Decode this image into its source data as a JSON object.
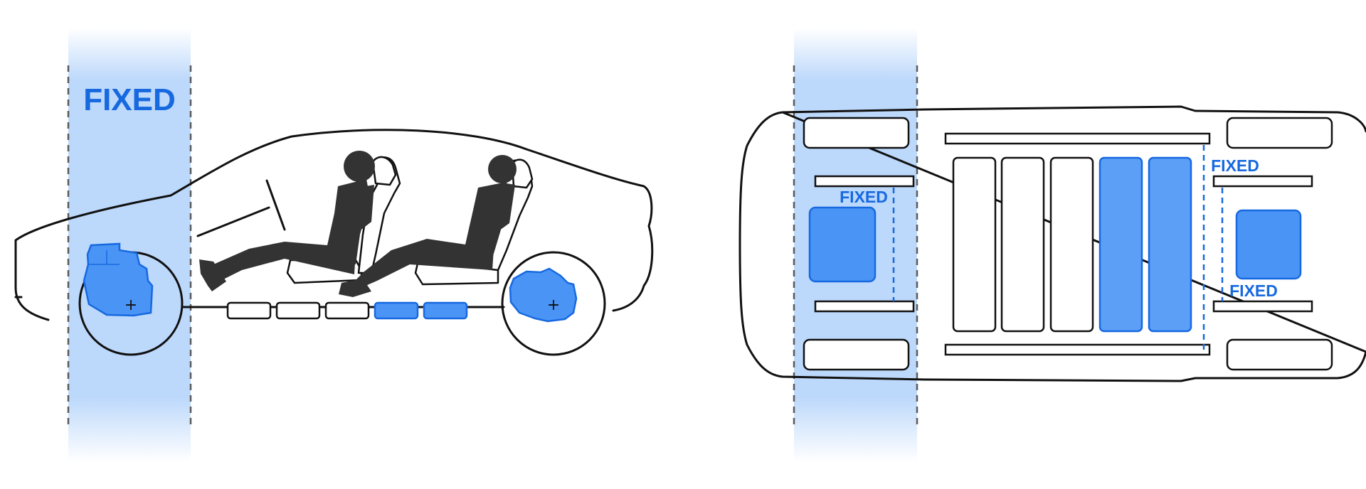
{
  "side_view": {
    "fixed_label": "FIXED"
  },
  "top_view": {
    "fixed_label_front": "FIXED",
    "fixed_label_rear_upper": "FIXED",
    "fixed_label_rear_lower": "FIXED"
  },
  "colors": {
    "fixed_zone": "#bcd8fb",
    "component_fill": "#4a94f5",
    "component_fill_light": "#5b9ff7",
    "accent_text": "#1769e0",
    "line": "#111111",
    "dashed_boundary": "#5a5a5a",
    "occupant": "#333333"
  },
  "battery_modules": {
    "side_view_total": 5,
    "side_view_highlighted": 2,
    "top_view_total": 5,
    "top_view_highlighted": 2
  }
}
